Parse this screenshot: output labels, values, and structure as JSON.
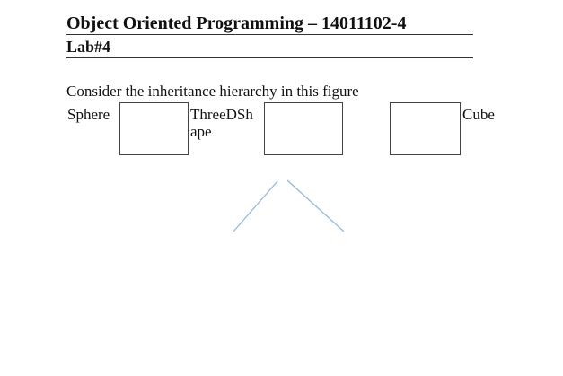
{
  "header": {
    "course_title": "Object Oriented Programming – 14011102-4",
    "lab_title": "Lab#4"
  },
  "instruction": "Consider the inheritance hierarchy in this figure",
  "diagram": {
    "labels": {
      "sphere": "Sphere",
      "threedshape_line1": "ThreeDSh",
      "threedshape_line2": "ape",
      "cube": "Cube"
    },
    "line_color": "#8fb6dc"
  }
}
